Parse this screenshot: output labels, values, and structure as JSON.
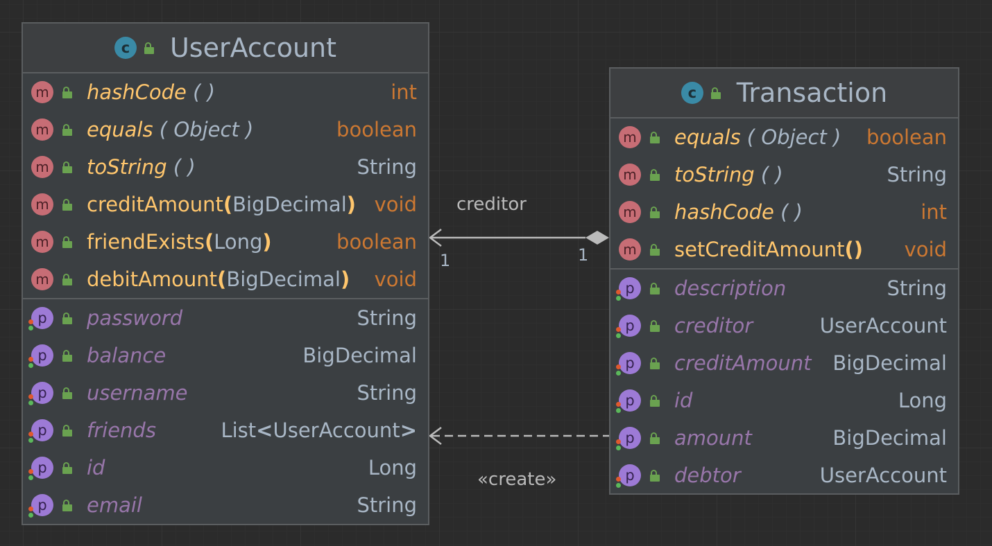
{
  "classes": {
    "user_account": {
      "kind_icon": "c",
      "name": "UserAccount",
      "methods": [
        {
          "icon": "m",
          "name": "hashCode",
          "params": "",
          "return_type": "int",
          "override": true
        },
        {
          "icon": "m",
          "name": "equals",
          "params": "Object",
          "return_type": "boolean",
          "override": true
        },
        {
          "icon": "m",
          "name": "toString",
          "params": "",
          "return_type": "String",
          "override": true
        },
        {
          "icon": "m",
          "name": "creditAmount",
          "params": "BigDecimal",
          "return_type": "void",
          "override": false
        },
        {
          "icon": "m",
          "name": "friendExists",
          "params": "Long",
          "return_type": "boolean",
          "override": false
        },
        {
          "icon": "m",
          "name": "debitAmount",
          "params": "BigDecimal",
          "return_type": "void",
          "override": false
        }
      ],
      "properties": [
        {
          "icon": "p",
          "name": "password",
          "type": "String"
        },
        {
          "icon": "p",
          "name": "balance",
          "type": "BigDecimal"
        },
        {
          "icon": "p",
          "name": "username",
          "type": "String"
        },
        {
          "icon": "p",
          "name": "friends",
          "type_prefix": "List",
          "type_lt": "<",
          "type_inner": "UserAccount",
          "type_gt": ">"
        },
        {
          "icon": "p",
          "name": "id",
          "type": "Long"
        },
        {
          "icon": "p",
          "name": "email",
          "type": "String"
        }
      ]
    },
    "transaction": {
      "kind_icon": "c",
      "name": "Transaction",
      "methods": [
        {
          "icon": "m",
          "name": "equals",
          "params": "Object",
          "return_type": "boolean",
          "override": true
        },
        {
          "icon": "m",
          "name": "toString",
          "params": "",
          "return_type": "String",
          "override": true
        },
        {
          "icon": "m",
          "name": "hashCode",
          "params": "",
          "return_type": "int",
          "override": true
        },
        {
          "icon": "m",
          "name": "setCreditAmount",
          "params": "",
          "return_type": "void",
          "override": false
        }
      ],
      "properties": [
        {
          "icon": "p",
          "name": "description",
          "type": "String"
        },
        {
          "icon": "p",
          "name": "creditor",
          "type": "UserAccount"
        },
        {
          "icon": "p",
          "name": "creditAmount",
          "type": "BigDecimal"
        },
        {
          "icon": "p",
          "name": "id",
          "type": "Long"
        },
        {
          "icon": "p",
          "name": "amount",
          "type": "BigDecimal"
        },
        {
          "icon": "p",
          "name": "debtor",
          "type": "UserAccount"
        }
      ]
    }
  },
  "edges": {
    "creditor": {
      "label": "creditor",
      "source_multiplicity": "1",
      "target_multiplicity": "1",
      "kind": "aggregation"
    },
    "create": {
      "label": "«create»",
      "kind": "dependency"
    }
  },
  "colors": {
    "background": "#2b2b2b",
    "method_name": "#ffc66d",
    "property_name": "#9876aa",
    "keyword_type": "#cc7832",
    "type": "#a9b7c6",
    "edge": "#bbbbbb"
  }
}
